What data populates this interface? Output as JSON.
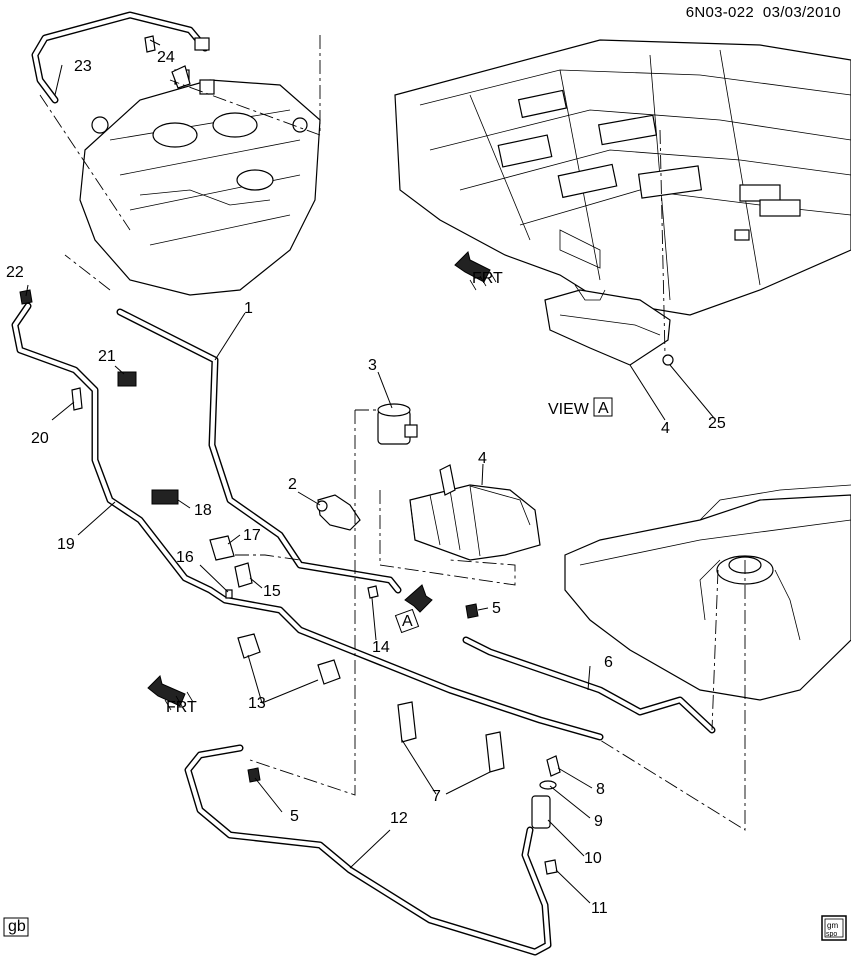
{
  "header": {
    "code": "6N03-022",
    "date": "03/03/2010"
  },
  "view_label": {
    "text": "VIEW",
    "ref": "A"
  },
  "arrow_a_label": "A",
  "front_arrow_label": "FRT",
  "bottom_left_tag": "gb",
  "bottom_right_logo": [
    "gm",
    "spo"
  ],
  "callouts": [
    "23",
    "24",
    "22",
    "1",
    "21",
    "20",
    "19",
    "18",
    "17",
    "16",
    "15",
    "2",
    "3",
    "4",
    "4",
    "25",
    "5",
    "5",
    "6",
    "7",
    "8",
    "9",
    "10",
    "11",
    "12",
    "13",
    "14"
  ]
}
